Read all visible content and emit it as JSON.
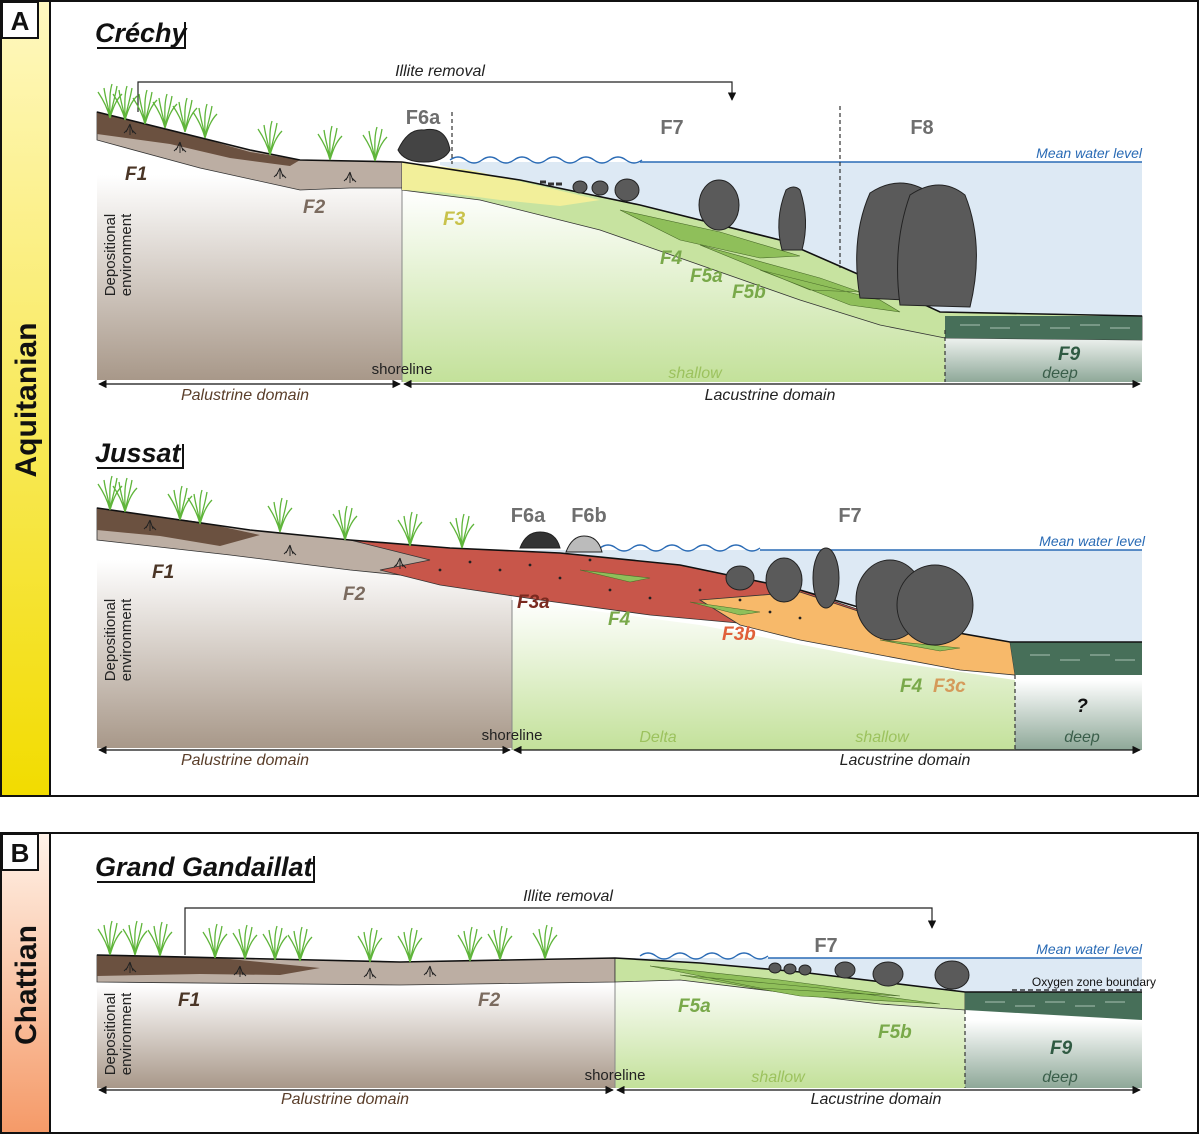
{
  "panels": [
    {
      "letter": "A",
      "age": "Aquitanian",
      "age_color_top": "#fffbd0",
      "age_color_bottom": "#f4e000",
      "sites": [
        {
          "title": "Créchy",
          "illite_label": "Illite removal",
          "water_label": "Mean water level",
          "env_line1": "Depositional",
          "env_line2": "environment",
          "shoreline": "shoreline",
          "palustrine": "Palustrine domain",
          "lacustrine": "Lacustrine domain",
          "shallow": "shallow",
          "deep": "deep",
          "facies": {
            "F6a": "F6a",
            "F7": "F7",
            "F8": "F8",
            "F1": "F1",
            "F2": "F2",
            "F3": "F3",
            "F4": "F4",
            "F5a": "F5a",
            "F5b": "F5b",
            "F9": "F9"
          }
        },
        {
          "title": "Jussat",
          "water_label": "Mean water level",
          "env_line1": "Depositional",
          "env_line2": "environment",
          "shoreline": "shoreline",
          "palustrine": "Palustrine domain",
          "lacustrine": "Lacustrine domain",
          "delta": "Delta",
          "shallow": "shallow",
          "deep": "deep",
          "question": "?",
          "facies": {
            "F6a": "F6a",
            "F6b": "F6b",
            "F7": "F7",
            "F1": "F1",
            "F2": "F2",
            "F3a": "F3a",
            "F4a": "F4",
            "F3b": "F3b",
            "F4b": "F4",
            "F3c": "F3c"
          }
        }
      ]
    },
    {
      "letter": "B",
      "age": "Chattian",
      "age_color_top": "#fff0e0",
      "age_color_bottom": "#f7a070",
      "sites": [
        {
          "title": "Grand Gandaillat",
          "illite_label": "Illite removal",
          "water_label": "Mean water level",
          "oxygen_label": "Oxygen zone boundary",
          "env_line1": "Depositional",
          "env_line2": "environment",
          "shoreline": "shoreline",
          "palustrine": "Palustrine domain",
          "lacustrine": "Lacustrine domain",
          "shallow": "shallow",
          "deep": "deep",
          "facies": {
            "F7": "F7",
            "F1": "F1",
            "F2": "F2",
            "F5a": "F5a",
            "F5b": "F5b",
            "F9": "F9"
          }
        }
      ]
    }
  ],
  "colors": {
    "palustrine_dark": "#6b5140",
    "palustrine_light": "#bcaea3",
    "lake_water": "#dde9f4",
    "water_line": "#2a6bb5",
    "shallow_green": "#c7e3a0",
    "f3_yellow": "#f2ef9a",
    "f3_red": "#c8564a",
    "f3c_orange": "#f7b96a",
    "deep_green": "#476f59",
    "grass": "#5fb53a",
    "stromatolite": "#5a5a5a"
  },
  "icons": [
    "grass-icon",
    "stromatolite-icon",
    "arrow-icon"
  ]
}
